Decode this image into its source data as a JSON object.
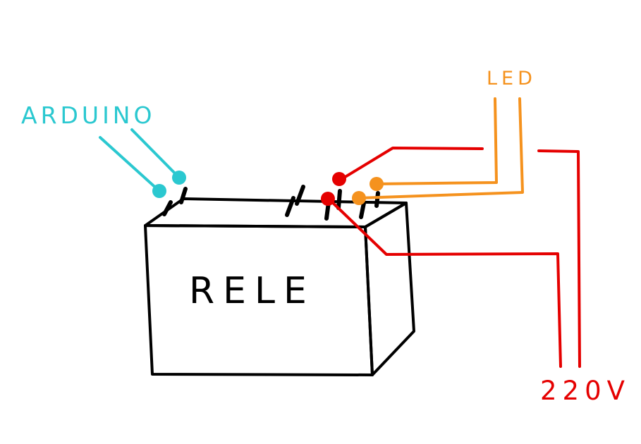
{
  "labels": {
    "relay": "RELE",
    "arduino": "ARDUINO",
    "led": "LED",
    "mains": "220V"
  },
  "colors": {
    "relay_outline": "#000000",
    "arduino": "#2bc8d0",
    "led": "#f5921e",
    "mains": "#e50000",
    "background": "#ffffff"
  }
}
